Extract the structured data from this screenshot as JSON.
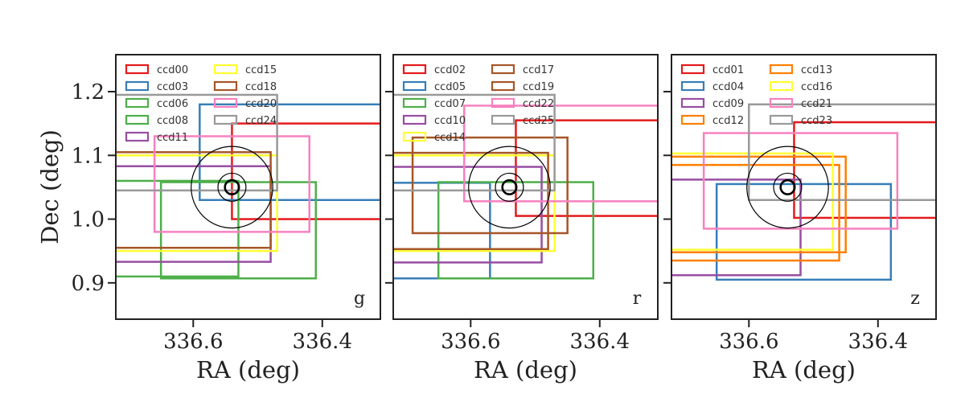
{
  "chart_data": [
    {
      "type": "scatter",
      "panel": "g",
      "band_label": "g",
      "xlabel": "RA (deg)",
      "ylabel": "Dec (deg)",
      "xlim": [
        336.72,
        336.31
      ],
      "ylim": [
        0.843,
        1.258
      ],
      "xticks": [
        336.6,
        336.4
      ],
      "yticks": [
        0.9,
        1.0,
        1.1,
        1.2
      ],
      "legend_position": "upper-left",
      "circles": {
        "center": [
          336.54,
          1.05
        ],
        "radii": [
          0.064,
          0.022,
          0.011
        ]
      },
      "ccds": [
        {
          "name": "ccd00",
          "color": "#e41a1c",
          "ra": [
            336.54,
            336.19
          ],
          "dec": [
            1.0,
            1.15
          ]
        },
        {
          "name": "ccd03",
          "color": "#377eb8",
          "ra": [
            336.59,
            336.2
          ],
          "dec": [
            1.03,
            1.18
          ]
        },
        {
          "name": "ccd06",
          "color": "#4daf4a",
          "ra": [
            336.76,
            336.53
          ],
          "dec": [
            0.91,
            1.06
          ]
        },
        {
          "name": "ccd08",
          "color": "#4daf4a",
          "ra": [
            336.65,
            336.41
          ],
          "dec": [
            0.907,
            1.058
          ]
        },
        {
          "name": "ccd11",
          "color": "#984ea3",
          "ra": [
            336.83,
            336.48
          ],
          "dec": [
            0.933,
            1.083
          ]
        },
        {
          "name": "ccd15",
          "color": "#ffff33",
          "ra": [
            336.84,
            336.47
          ],
          "dec": [
            0.95,
            1.1
          ]
        },
        {
          "name": "ccd18",
          "color": "#a65628",
          "ra": [
            336.82,
            336.48
          ],
          "dec": [
            0.955,
            1.105
          ]
        },
        {
          "name": "ccd20",
          "color": "#f781bf",
          "ra": [
            336.66,
            336.42
          ],
          "dec": [
            0.98,
            1.13
          ]
        },
        {
          "name": "ccd24",
          "color": "#999999",
          "ra": [
            336.82,
            336.47
          ],
          "dec": [
            1.045,
            1.195
          ]
        }
      ]
    },
    {
      "type": "scatter",
      "panel": "r",
      "band_label": "r",
      "xlabel": "RA (deg)",
      "ylabel": "",
      "xlim": [
        336.72,
        336.31
      ],
      "ylim": [
        0.843,
        1.258
      ],
      "xticks": [
        336.6,
        336.4
      ],
      "yticks": [
        0.9,
        1.0,
        1.1,
        1.2
      ],
      "legend_position": "upper-left",
      "circles": {
        "center": [
          336.54,
          1.05
        ],
        "radii": [
          0.064,
          0.022,
          0.011
        ]
      },
      "ccds": [
        {
          "name": "ccd02",
          "color": "#e41a1c",
          "ra": [
            336.53,
            336.19
          ],
          "dec": [
            1.005,
            1.155
          ]
        },
        {
          "name": "ccd05",
          "color": "#377eb8",
          "ra": [
            336.82,
            336.57
          ],
          "dec": [
            0.907,
            1.057
          ]
        },
        {
          "name": "ccd07",
          "color": "#4daf4a",
          "ra": [
            336.65,
            336.41
          ],
          "dec": [
            0.907,
            1.058
          ]
        },
        {
          "name": "ccd10",
          "color": "#984ea3",
          "ra": [
            336.83,
            336.49
          ],
          "dec": [
            0.932,
            1.082
          ]
        },
        {
          "name": "ccd14",
          "color": "#ffff33",
          "ra": [
            336.84,
            336.47
          ],
          "dec": [
            0.95,
            1.1
          ]
        },
        {
          "name": "ccd17",
          "color": "#a65628",
          "ra": [
            336.69,
            336.45
          ],
          "dec": [
            0.978,
            1.128
          ]
        },
        {
          "name": "ccd19",
          "color": "#a65628",
          "ra": [
            336.82,
            336.48
          ],
          "dec": [
            0.953,
            1.104
          ]
        },
        {
          "name": "ccd22",
          "color": "#f781bf",
          "ra": [
            336.61,
            336.23
          ],
          "dec": [
            1.028,
            1.178
          ]
        },
        {
          "name": "ccd25",
          "color": "#999999",
          "ra": [
            336.82,
            336.47
          ],
          "dec": [
            1.045,
            1.195
          ]
        }
      ]
    },
    {
      "type": "scatter",
      "panel": "z",
      "band_label": "z",
      "xlabel": "RA (deg)",
      "ylabel": "",
      "xlim": [
        336.72,
        336.31
      ],
      "ylim": [
        0.843,
        1.258
      ],
      "xticks": [
        336.6,
        336.4
      ],
      "yticks": [
        0.9,
        1.0,
        1.1,
        1.2
      ],
      "legend_position": "upper-left",
      "circles": {
        "center": [
          336.54,
          1.05
        ],
        "radii": [
          0.064,
          0.022,
          0.011
        ]
      },
      "ccds": [
        {
          "name": "ccd01",
          "color": "#e41a1c",
          "ra": [
            336.53,
            336.19
          ],
          "dec": [
            1.002,
            1.152
          ]
        },
        {
          "name": "ccd04",
          "color": "#377eb8",
          "ra": [
            336.65,
            336.38
          ],
          "dec": [
            0.905,
            1.055
          ]
        },
        {
          "name": "ccd09",
          "color": "#984ea3",
          "ra": [
            336.83,
            336.52
          ],
          "dec": [
            0.912,
            1.062
          ]
        },
        {
          "name": "ccd12",
          "color": "#ff7f00",
          "ra": [
            336.84,
            336.46
          ],
          "dec": [
            0.935,
            1.085
          ]
        },
        {
          "name": "ccd13",
          "color": "#ff7f00",
          "ra": [
            336.84,
            336.45
          ],
          "dec": [
            0.948,
            1.098
          ]
        },
        {
          "name": "ccd16",
          "color": "#ffff33",
          "ra": [
            336.84,
            336.47
          ],
          "dec": [
            0.952,
            1.103
          ]
        },
        {
          "name": "ccd21",
          "color": "#f781bf",
          "ra": [
            336.67,
            336.37
          ],
          "dec": [
            0.985,
            1.135
          ]
        },
        {
          "name": "ccd23",
          "color": "#999999",
          "ra": [
            336.6,
            336.22
          ],
          "dec": [
            1.03,
            1.18
          ]
        }
      ]
    }
  ]
}
